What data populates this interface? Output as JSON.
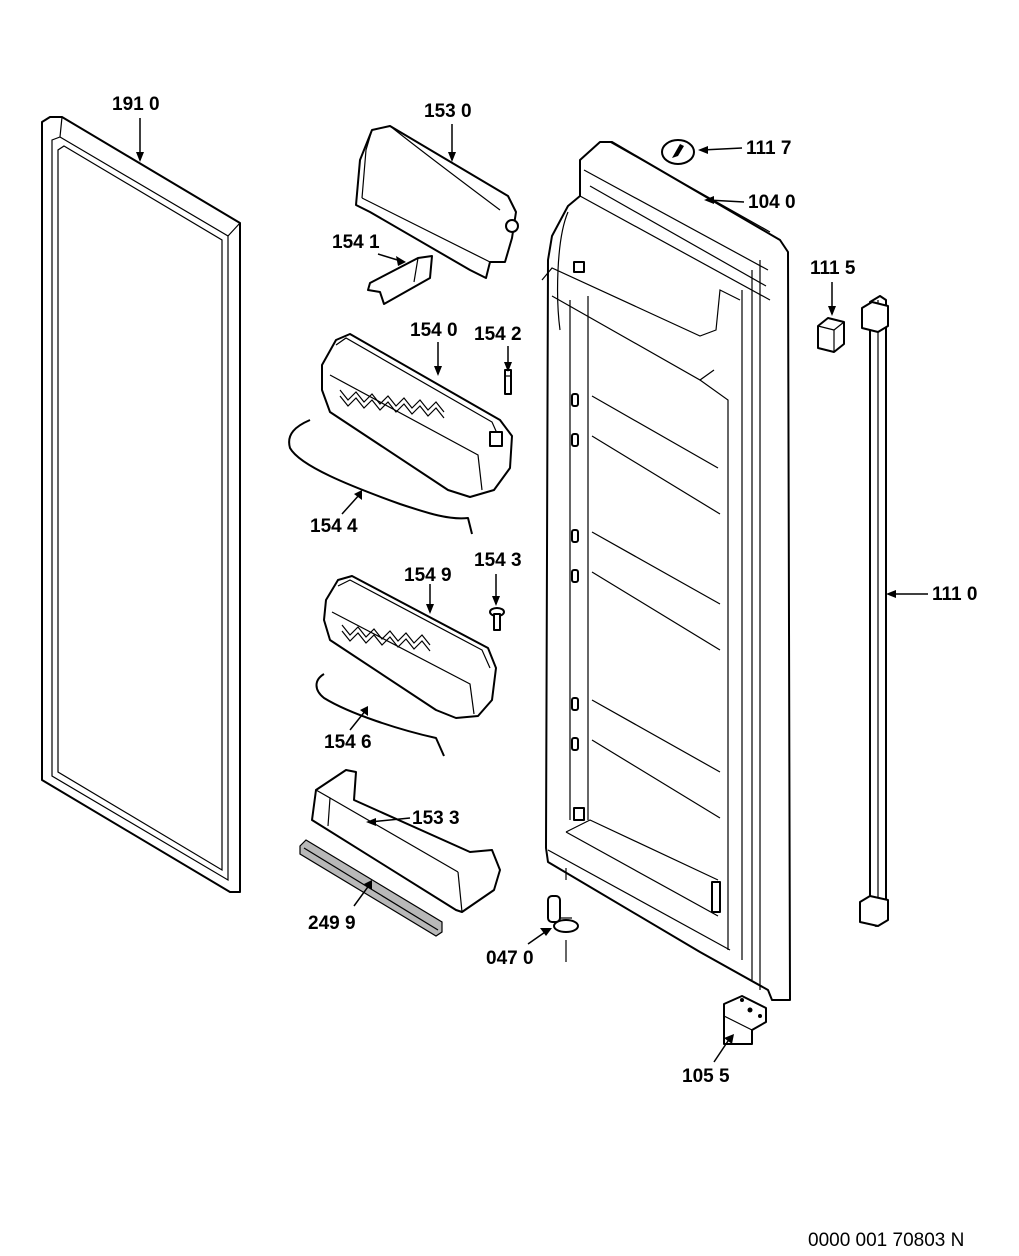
{
  "labels": {
    "p1910": "191 0",
    "p1530": "153 0",
    "p1541": "154 1",
    "p1540": "154 0",
    "p1542": "154 2",
    "p1544": "154 4",
    "p1549": "154 9",
    "p1543": "154 3",
    "p1546": "154 6",
    "p1533": "153 3",
    "p2499": "249 9",
    "p0470": "047 0",
    "p1117": "111 7",
    "p1040": "104 0",
    "p1115": "111 5",
    "p1110": "111 0",
    "p1055": "105 5"
  },
  "drawing_ref": "0000 001 70803 N"
}
